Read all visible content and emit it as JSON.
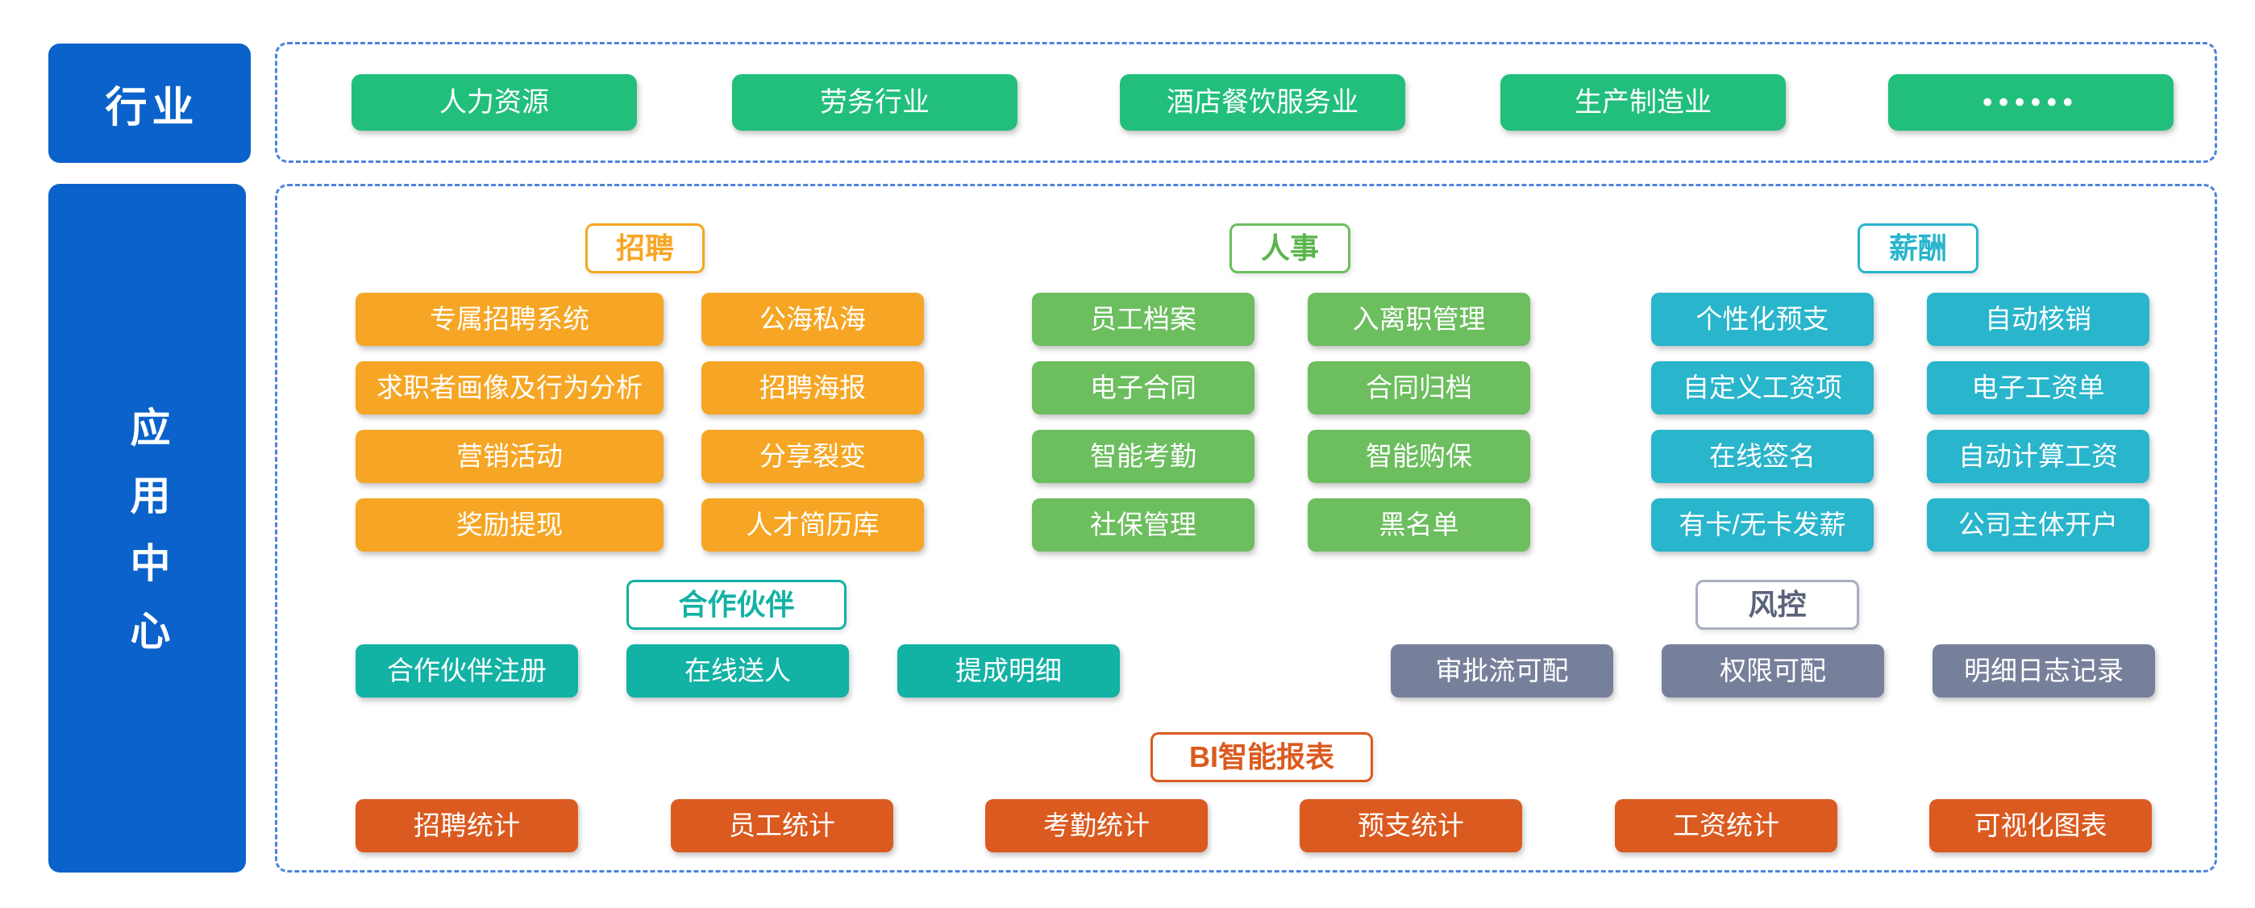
{
  "sidebar": {
    "industry_label": "行业",
    "app_center_label": "应用中心"
  },
  "industries": [
    "人力资源",
    "劳务行业",
    "酒店餐饮服务业",
    "生产制造业",
    "••••••"
  ],
  "sections": {
    "recruit": {
      "label": "招聘",
      "items": [
        "专属招聘系统",
        "公海私海",
        "求职者画像及行为分析",
        "招聘海报",
        "营销活动",
        "分享裂变",
        "奖励提现",
        "人才简历库"
      ]
    },
    "hr": {
      "label": "人事",
      "items": [
        "员工档案",
        "入离职管理",
        "电子合同",
        "合同归档",
        "智能考勤",
        "智能购保",
        "社保管理",
        "黑名单"
      ]
    },
    "salary": {
      "label": "薪酬",
      "items": [
        "个性化预支",
        "自动核销",
        "自定义工资项",
        "电子工资单",
        "在线签名",
        "自动计算工资",
        "有卡/无卡发薪",
        "公司主体开户"
      ]
    },
    "partner": {
      "label": "合作伙伴",
      "items": [
        "合作伙伴注册",
        "在线送人",
        "提成明细"
      ]
    },
    "risk": {
      "label": "风控",
      "items": [
        "审批流可配",
        "权限可配",
        "明细日志记录"
      ]
    },
    "bi": {
      "label": "BI智能报表",
      "items": [
        "招聘统计",
        "员工统计",
        "考勤统计",
        "预支统计",
        "工资统计",
        "可视化图表"
      ]
    }
  },
  "colors": {
    "panel_blue": "#0A62CA",
    "dashed_border_blue": "#4C83DF",
    "industry_green": "#21BF7B",
    "recruit_orange": "#F6A624",
    "hr_green": "#6CBE5E",
    "salary_cyan": "#29B5CC",
    "partner_teal": "#12B2A5",
    "risk_gray": "#77809B",
    "bi_orange": "#DB5A1F",
    "text_white": "#FFFFFF"
  }
}
